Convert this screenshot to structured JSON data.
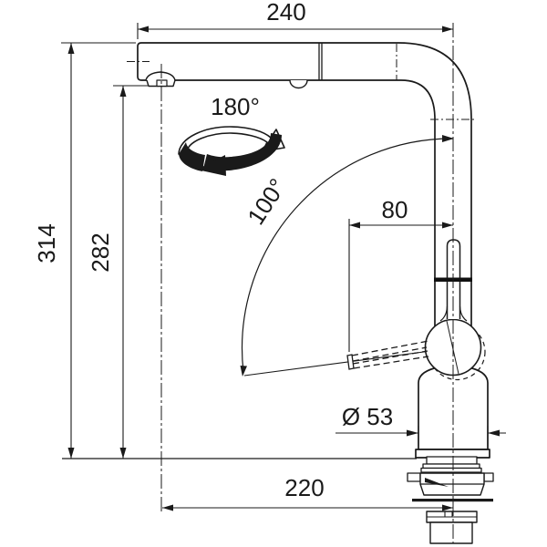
{
  "drawing": {
    "type": "faucet-installation-dimension-diagram",
    "labels": {
      "spout_reach": "240",
      "total_height": "314",
      "spout_height": "282",
      "swivel_angle": "180°",
      "lever_angle": "100°",
      "lever_offset": "80",
      "base_diameter": "Ø 53",
      "outlet_projection": "220"
    },
    "colors": {
      "line": "#1a1a1a",
      "background": "#ffffff"
    }
  }
}
